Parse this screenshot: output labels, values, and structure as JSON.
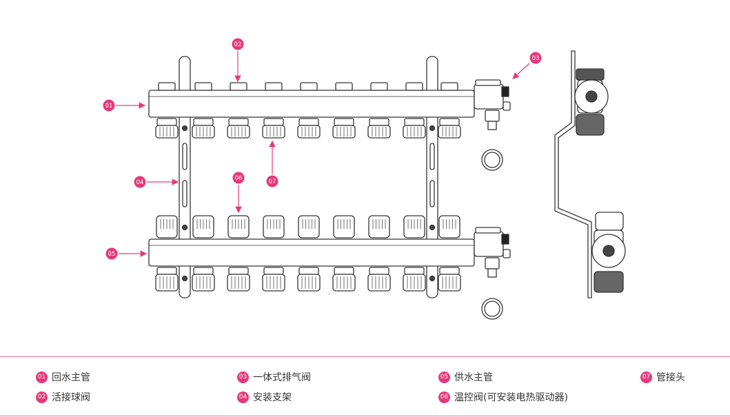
{
  "accent_color": "#e6397a",
  "callouts": [
    {
      "num": "01"
    },
    {
      "num": "02"
    },
    {
      "num": "03"
    },
    {
      "num": "04"
    },
    {
      "num": "05"
    },
    {
      "num": "06"
    },
    {
      "num": "07"
    }
  ],
  "legend": [
    {
      "num": "01",
      "label": "回水主管"
    },
    {
      "num": "02",
      "label": "活接球阀"
    },
    {
      "num": "03",
      "label": "一体式排气阀"
    },
    {
      "num": "04",
      "label": "安装支架"
    },
    {
      "num": "05",
      "label": "供水主管"
    },
    {
      "num": "06",
      "label": "温控阀(可安装电热驱动器)"
    },
    {
      "num": "07",
      "label": "管接头"
    }
  ]
}
